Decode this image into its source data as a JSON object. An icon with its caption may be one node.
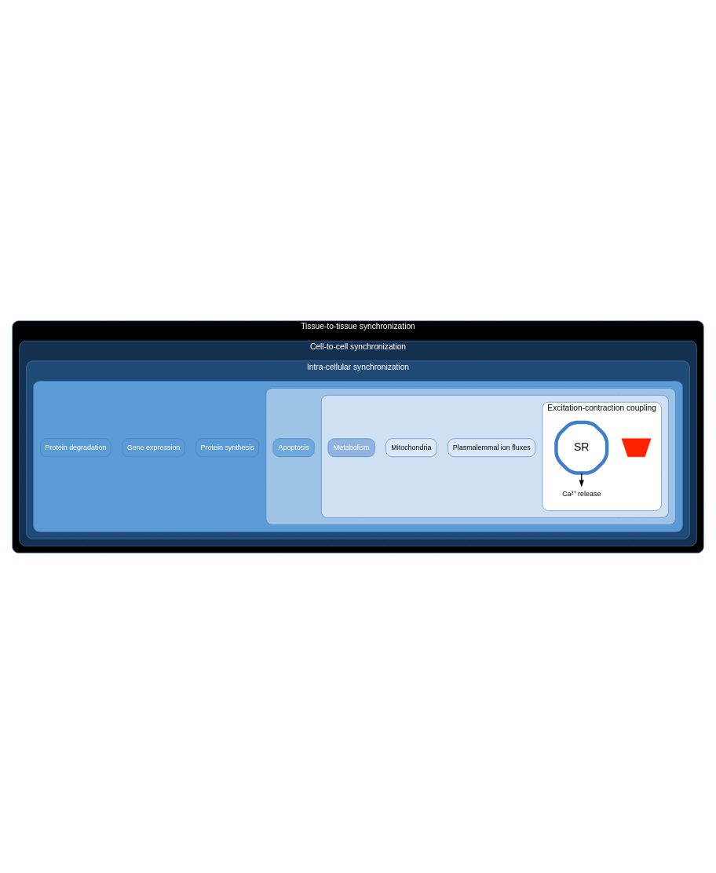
{
  "diagram": {
    "nodes": [
      {
        "text": [
          "Tissue-to-tissue synchronization"
        ]
      },
      {
        "text": [
          "Cell-to-cell synchronization"
        ],
        "in": 0
      },
      {
        "text": [
          "Intra-cellular synchronization"
        ],
        "in": 1
      },
      {
        "text": [],
        "shape": "box",
        "in": 2
      },
      {
        "text": [
          "Protein synthesis"
        ],
        "in": 3
      },
      {
        "text": [
          "Gene expression"
        ],
        "in": 3
      },
      {
        "text": [
          "Protein degradation"
        ],
        "in": 3
      },
      {
        "text": [],
        "shape": "box",
        "in": 3
      },
      {
        "text": [
          "Apoptosis"
        ],
        "in": 7
      },
      {
        "text": [],
        "shape": "box",
        "in": 7
      },
      {
        "text": [
          "Plasmalemmal ion fluxes"
        ],
        "in": 9
      },
      {
        "text": [
          "Mitochondria"
        ],
        "in": 9
      },
      {
        "text": [
          "Metabolism"
        ],
        "in": 9
      },
      {
        "text": [
          "Excitation-contraction coupling"
        ],
        "in": 9
      },
      {
        "text": [
          "Ca²⁺ release"
        ],
        "in": 13
      },
      {
        "text": [],
        "shape": "trapezoid",
        "in": 13
      },
      {
        "text": [
          "SR"
        ],
        "in": 13
      }
    ],
    "edges": [
      {
        "from": 16,
        "to": 14,
        "arrow": "to"
      }
    ]
  }
}
